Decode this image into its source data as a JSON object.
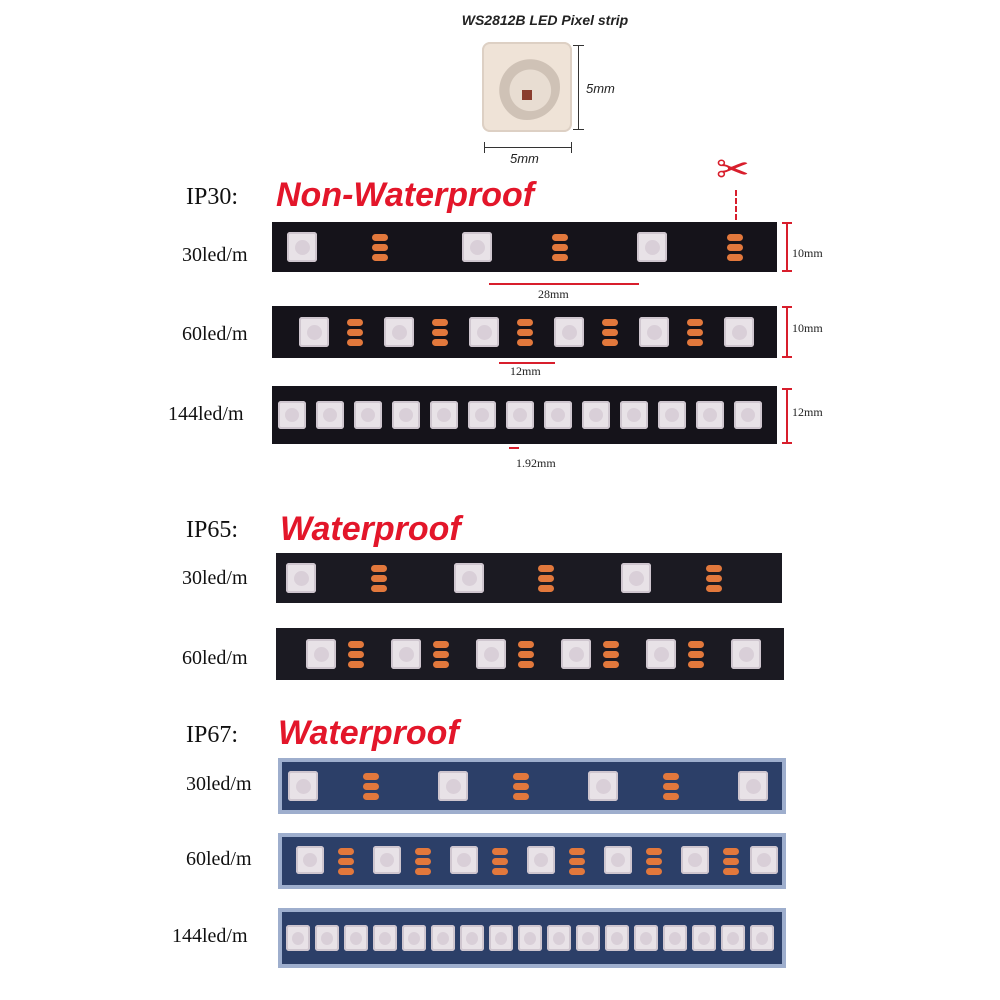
{
  "header": {
    "title": "WS2812B LED Pixel strip",
    "dim_height": "5mm",
    "dim_width": "5mm"
  },
  "sections": [
    {
      "ip": "IP30:",
      "label": "Non-Waterproof",
      "rows": [
        {
          "density": "30led/m",
          "width": "10mm",
          "spacing": "28mm"
        },
        {
          "density": "60led/m",
          "width": "10mm",
          "spacing": "12mm"
        },
        {
          "density": "144led/m",
          "width": "12mm",
          "spacing": "1.92mm"
        }
      ]
    },
    {
      "ip": "IP65:",
      "label": "Waterproof",
      "rows": [
        {
          "density": "30led/m"
        },
        {
          "density": "60led/m"
        }
      ]
    },
    {
      "ip": "IP67:",
      "label": "Waterproof",
      "rows": [
        {
          "density": "30led/m"
        },
        {
          "density": "60led/m"
        },
        {
          "density": "144led/m"
        }
      ]
    }
  ],
  "colors": {
    "accent_red": "#e3162a",
    "strip_black": "#15131a",
    "strip_ip67": "#2c3f68",
    "pad_copper": "#e2783c"
  },
  "icons": {
    "cut_marker": "scissors-icon"
  }
}
